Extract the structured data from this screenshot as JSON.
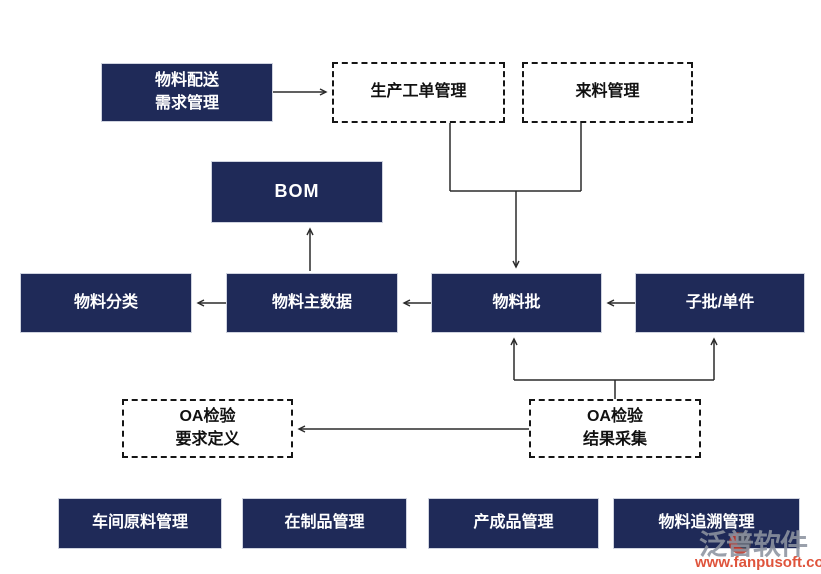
{
  "diagram": {
    "type": "flowchart",
    "nodes": {
      "material_distribution": {
        "label": "物料配送\n需求管理",
        "style": "solid-navy"
      },
      "production_work_order": {
        "label": "生产工单管理",
        "style": "dashed"
      },
      "incoming_material": {
        "label": "来料管理",
        "style": "dashed"
      },
      "bom": {
        "label": "BOM",
        "style": "solid-navy"
      },
      "material_classification": {
        "label": "物料分类",
        "style": "solid-navy"
      },
      "material_master_data": {
        "label": "物料主数据",
        "style": "solid-navy"
      },
      "material_batch": {
        "label": "物料批",
        "style": "solid-navy"
      },
      "sub_batch_unit": {
        "label": "子批/单件",
        "style": "solid-navy"
      },
      "oa_inspection_requirement": {
        "label": "OA检验\n要求定义",
        "style": "dashed"
      },
      "oa_inspection_results": {
        "label": "OA检验\n结果采集",
        "style": "dashed"
      },
      "workshop_raw_material": {
        "label": "车间原料管理",
        "style": "solid-navy"
      },
      "wip_management": {
        "label": "在制品管理",
        "style": "solid-navy"
      },
      "finished_goods": {
        "label": "产成品管理",
        "style": "solid-navy"
      },
      "material_traceability": {
        "label": "物料追溯管理",
        "style": "solid-navy"
      }
    },
    "edges": [
      {
        "from": "material_distribution",
        "to": "production_work_order",
        "arrow": "right"
      },
      {
        "from": "production_work_order",
        "to": "material_batch",
        "via": "merged-connector",
        "arrow": "down"
      },
      {
        "from": "incoming_material",
        "to": "material_batch",
        "via": "merged-connector",
        "arrow": "down"
      },
      {
        "from": "material_master_data",
        "to": "bom",
        "arrow": "up"
      },
      {
        "from": "material_master_data",
        "to": "material_classification",
        "arrow": "left"
      },
      {
        "from": "material_batch",
        "to": "material_master_data",
        "arrow": "left"
      },
      {
        "from": "sub_batch_unit",
        "to": "material_batch",
        "arrow": "left"
      },
      {
        "from": "oa_inspection_results",
        "to": "material_batch",
        "arrow": "up"
      },
      {
        "from": "oa_inspection_results",
        "to": "sub_batch_unit",
        "arrow": "up"
      },
      {
        "from": "oa_inspection_results",
        "to": "oa_inspection_requirement",
        "arrow": "left"
      }
    ]
  },
  "watermark": {
    "logo_text": "泛普软件",
    "url": "www.fanpusoft.com"
  },
  "colors": {
    "node_fill": "#1f2a58",
    "node_text": "#ffffff",
    "dashed_border": "#161616",
    "connector_line": "#2b2b2b",
    "watermark_gray": "#8d93a0",
    "watermark_red": "#df543c",
    "background": "#ffffff"
  }
}
